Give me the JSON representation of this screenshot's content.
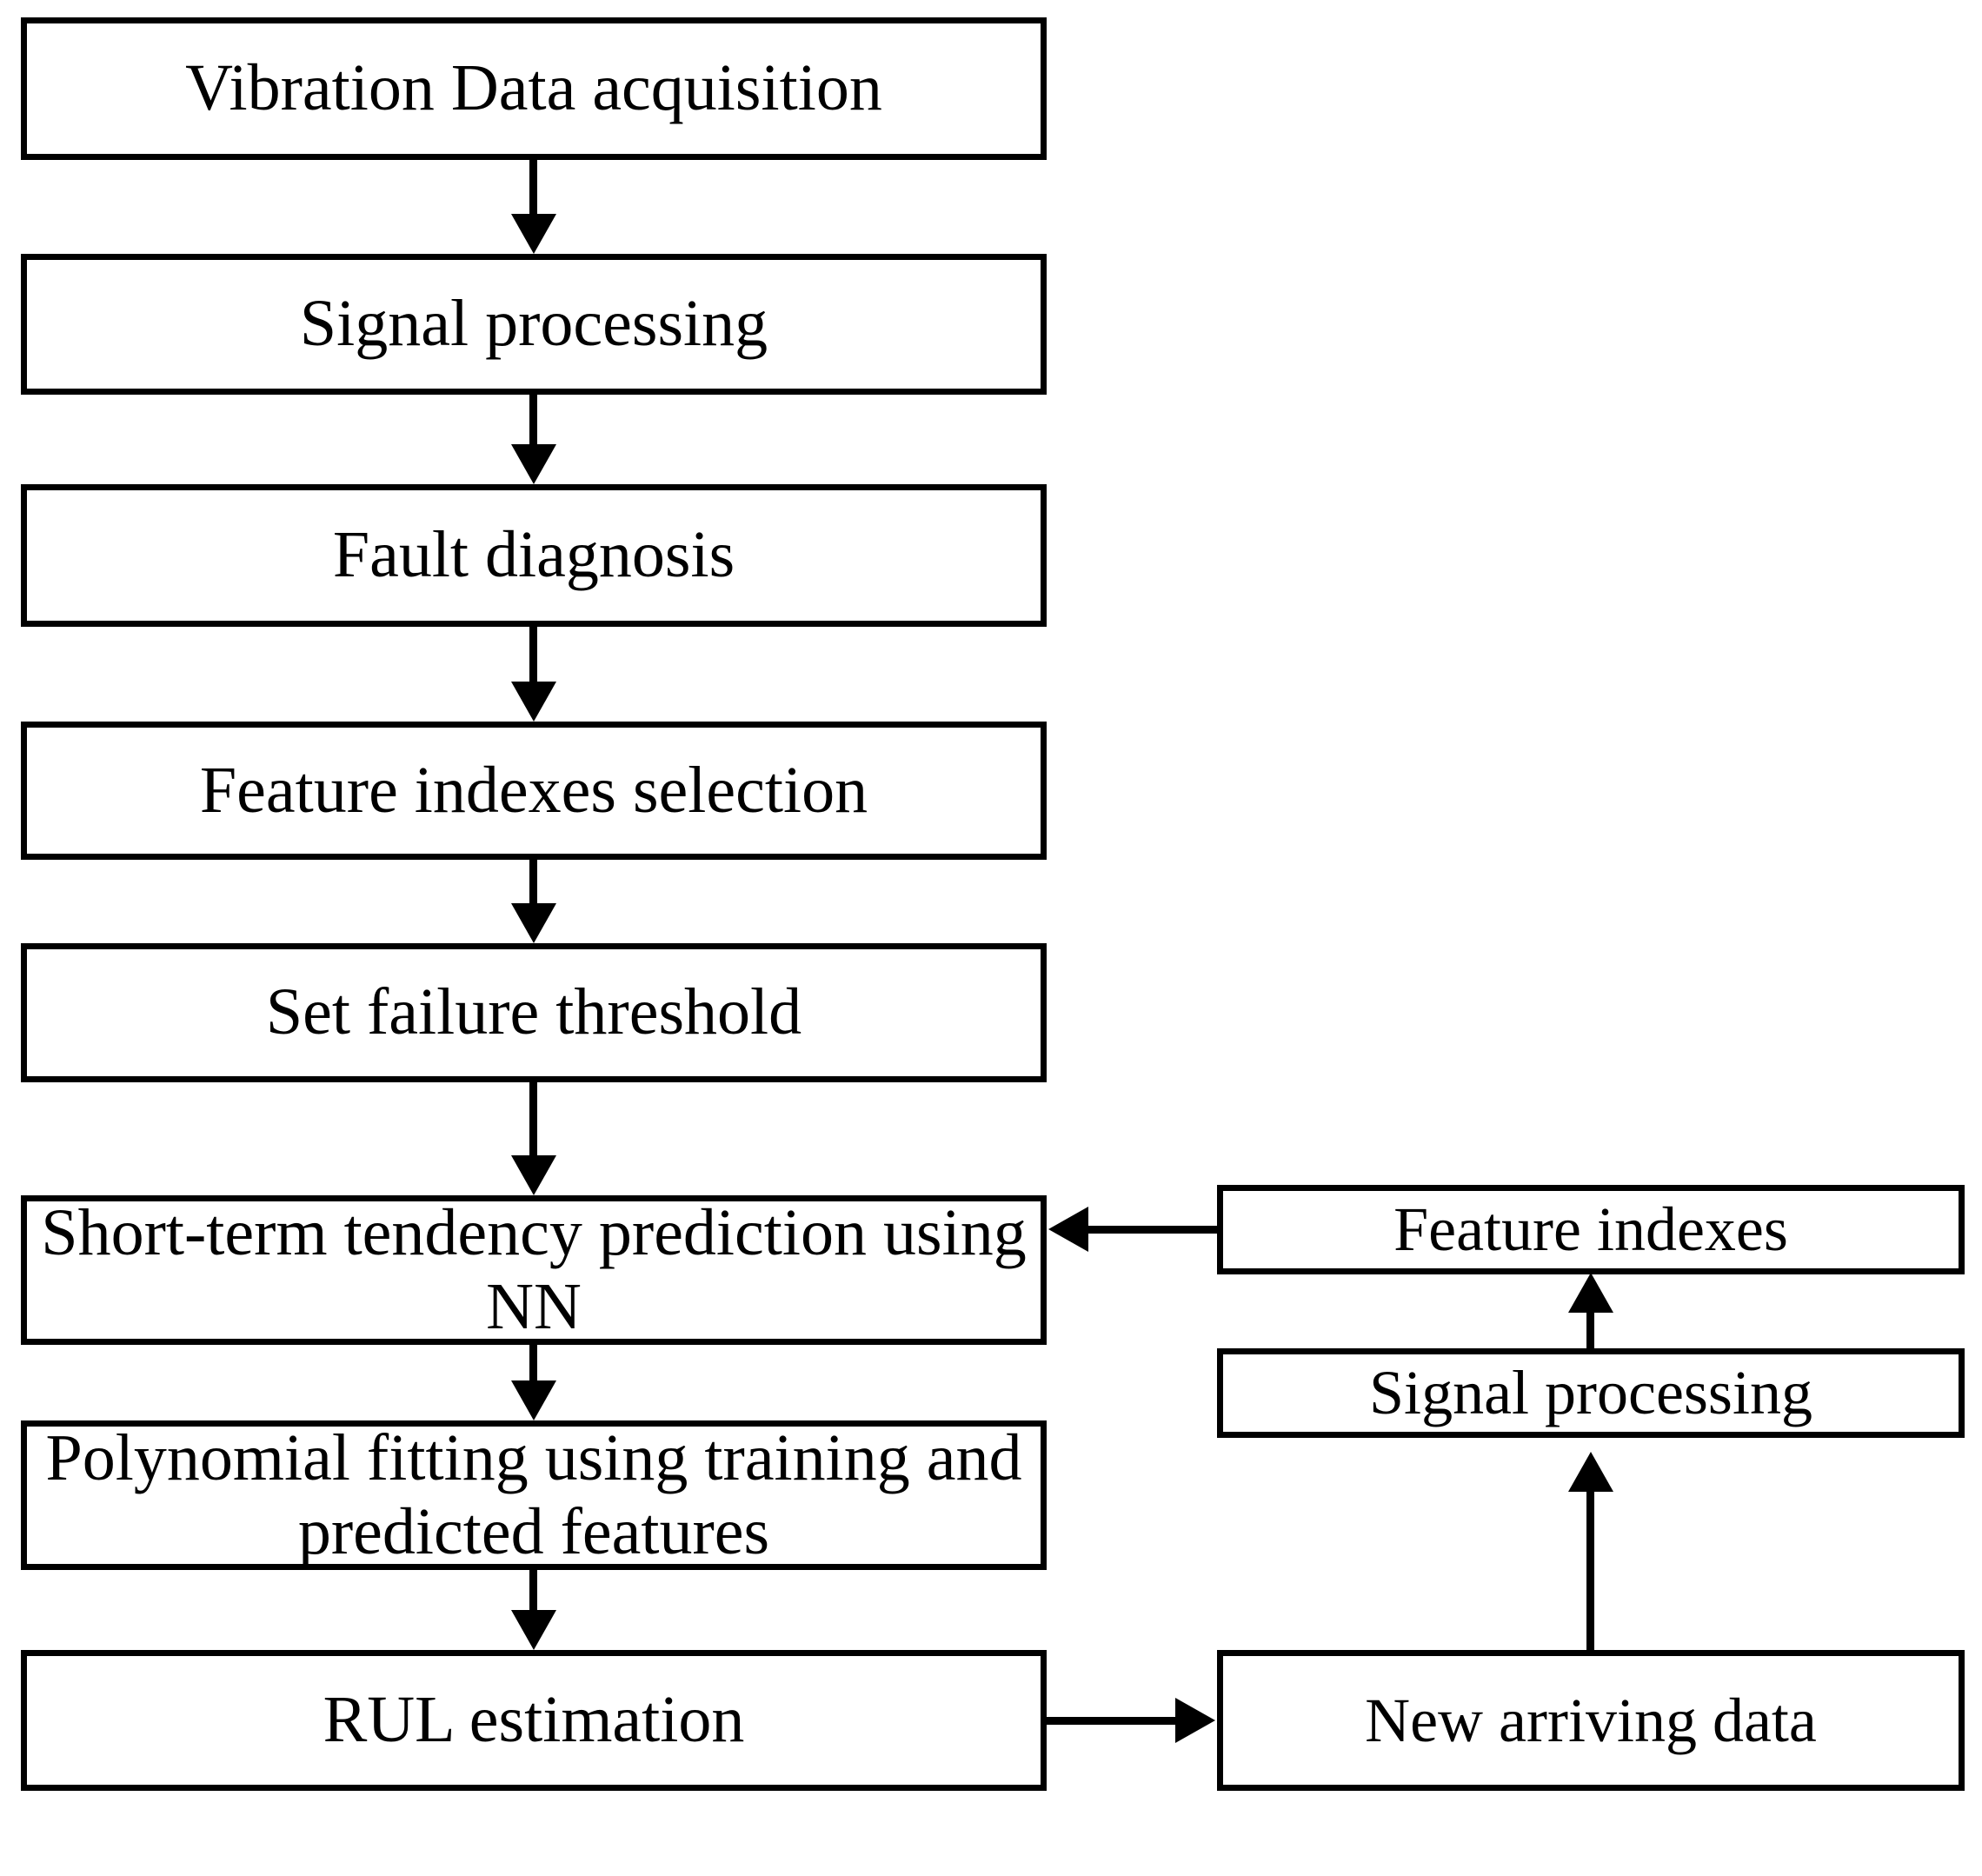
{
  "diagram": {
    "title": "Vibration-based RUL prediction flowchart",
    "background_color": "#ffffff",
    "stroke_color": "#000000",
    "main_flow": [
      {
        "id": "vibration-data-acquisition",
        "label": "Vibration Data acquisition"
      },
      {
        "id": "signal-processing",
        "label": "Signal processing"
      },
      {
        "id": "fault-diagnosis",
        "label": "Fault diagnosis"
      },
      {
        "id": "feature-indexes-selection",
        "label": "Feature indexes selection"
      },
      {
        "id": "set-failure-threshold",
        "label": "Set failure threshold"
      },
      {
        "id": "short-term-tendency-prediction",
        "label": "Short-term tendency prediction using NN"
      },
      {
        "id": "polynomial-fitting",
        "label": "Polynomial fitting using training and predicted features"
      },
      {
        "id": "rul-estimation",
        "label": "RUL estimation"
      }
    ],
    "feedback_flow": [
      {
        "id": "feature-indexes",
        "label": "Feature indexes"
      },
      {
        "id": "signal-processing-new",
        "label": "Signal processing"
      },
      {
        "id": "new-arriving-data",
        "label": "New arriving data"
      }
    ],
    "connectors": [
      {
        "id": "arrow-acquisition-to-signal",
        "from": "vibration-data-acquisition",
        "to": "signal-processing",
        "direction": "down"
      },
      {
        "id": "arrow-signal-to-fault",
        "from": "signal-processing",
        "to": "fault-diagnosis",
        "direction": "down"
      },
      {
        "id": "arrow-fault-to-feature-selection",
        "from": "fault-diagnosis",
        "to": "feature-indexes-selection",
        "direction": "down"
      },
      {
        "id": "arrow-feature-selection-to-threshold",
        "from": "feature-indexes-selection",
        "to": "set-failure-threshold",
        "direction": "down"
      },
      {
        "id": "arrow-threshold-to-prediction",
        "from": "set-failure-threshold",
        "to": "short-term-tendency-prediction",
        "direction": "down"
      },
      {
        "id": "arrow-prediction-to-polynomial",
        "from": "short-term-tendency-prediction",
        "to": "polynomial-fitting",
        "direction": "down"
      },
      {
        "id": "arrow-polynomial-to-rul",
        "from": "polynomial-fitting",
        "to": "rul-estimation",
        "direction": "down"
      },
      {
        "id": "arrow-rul-to-new-data",
        "from": "rul-estimation",
        "to": "new-arriving-data",
        "direction": "right"
      },
      {
        "id": "arrow-new-data-to-signal-processing-new",
        "from": "new-arriving-data",
        "to": "signal-processing-new",
        "direction": "up"
      },
      {
        "id": "arrow-signal-processing-new-to-feature-indexes",
        "from": "signal-processing-new",
        "to": "feature-indexes",
        "direction": "up"
      },
      {
        "id": "arrow-feature-indexes-to-prediction",
        "from": "feature-indexes",
        "to": "short-term-tendency-prediction",
        "direction": "left"
      }
    ]
  }
}
